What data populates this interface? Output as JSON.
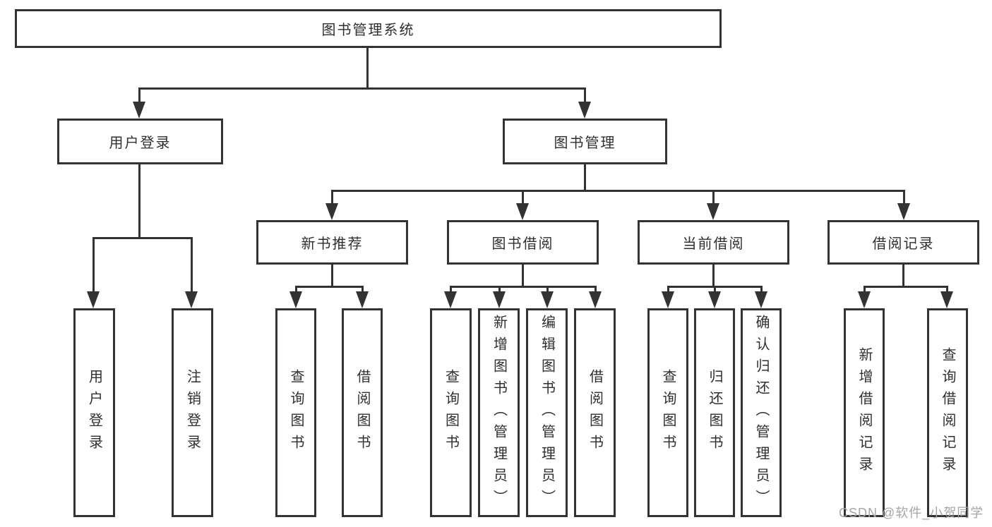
{
  "diagram": {
    "root": "图书管理系统",
    "level2": {
      "user_login": "用户登录",
      "book_mgmt": "图书管理"
    },
    "level3": {
      "new_book": "新书推荐",
      "book_borrow": "图书借阅",
      "current_borrow": "当前借阅",
      "borrow_records": "借阅记录"
    },
    "leaves": {
      "user": [
        "用户登录",
        "注销登录"
      ],
      "recommend": [
        "查询图书",
        "借阅图书"
      ],
      "borrow": [
        "查询图书",
        "新增图书（管理员）",
        "编辑图书（管理员）",
        "借阅图书"
      ],
      "current": [
        "查询图书",
        "归还图书",
        "确认归还（管理员）"
      ],
      "records": [
        "新增借阅记录",
        "查询借阅记录"
      ]
    }
  },
  "watermark": "CSDN @软件_小贺同学",
  "colors": {
    "line": "#333333",
    "text": "#2f2f2f",
    "watermark": "#a6a6a6",
    "background": "#ffffff"
  }
}
